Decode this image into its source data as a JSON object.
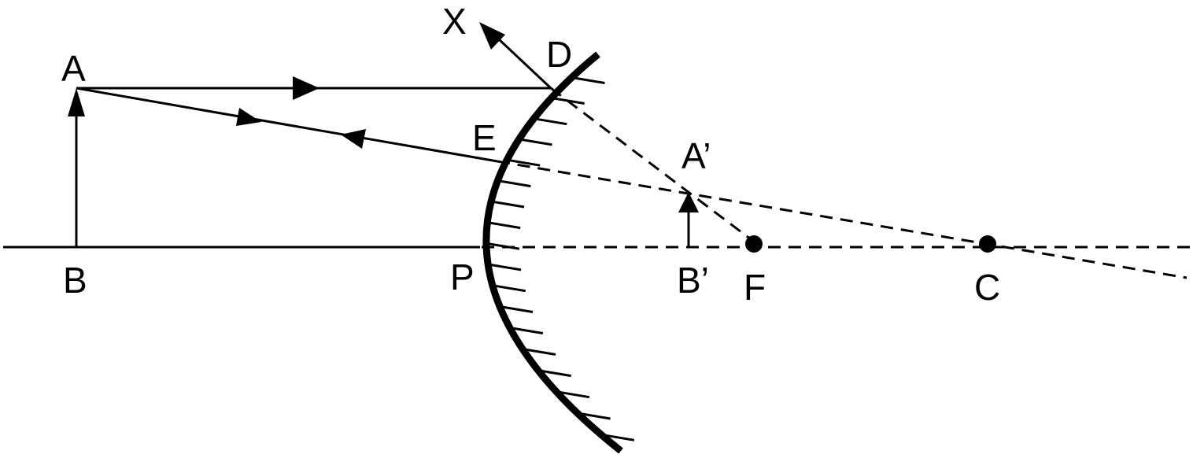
{
  "labels": {
    "A": "A",
    "B": "B",
    "X": "X",
    "D": "D",
    "E": "E",
    "P": "P",
    "A_prime": "A’",
    "B_prime": "B’",
    "F": "F",
    "C": "C"
  },
  "colors": {
    "ink": "#000000",
    "background": "#ffffff"
  }
}
